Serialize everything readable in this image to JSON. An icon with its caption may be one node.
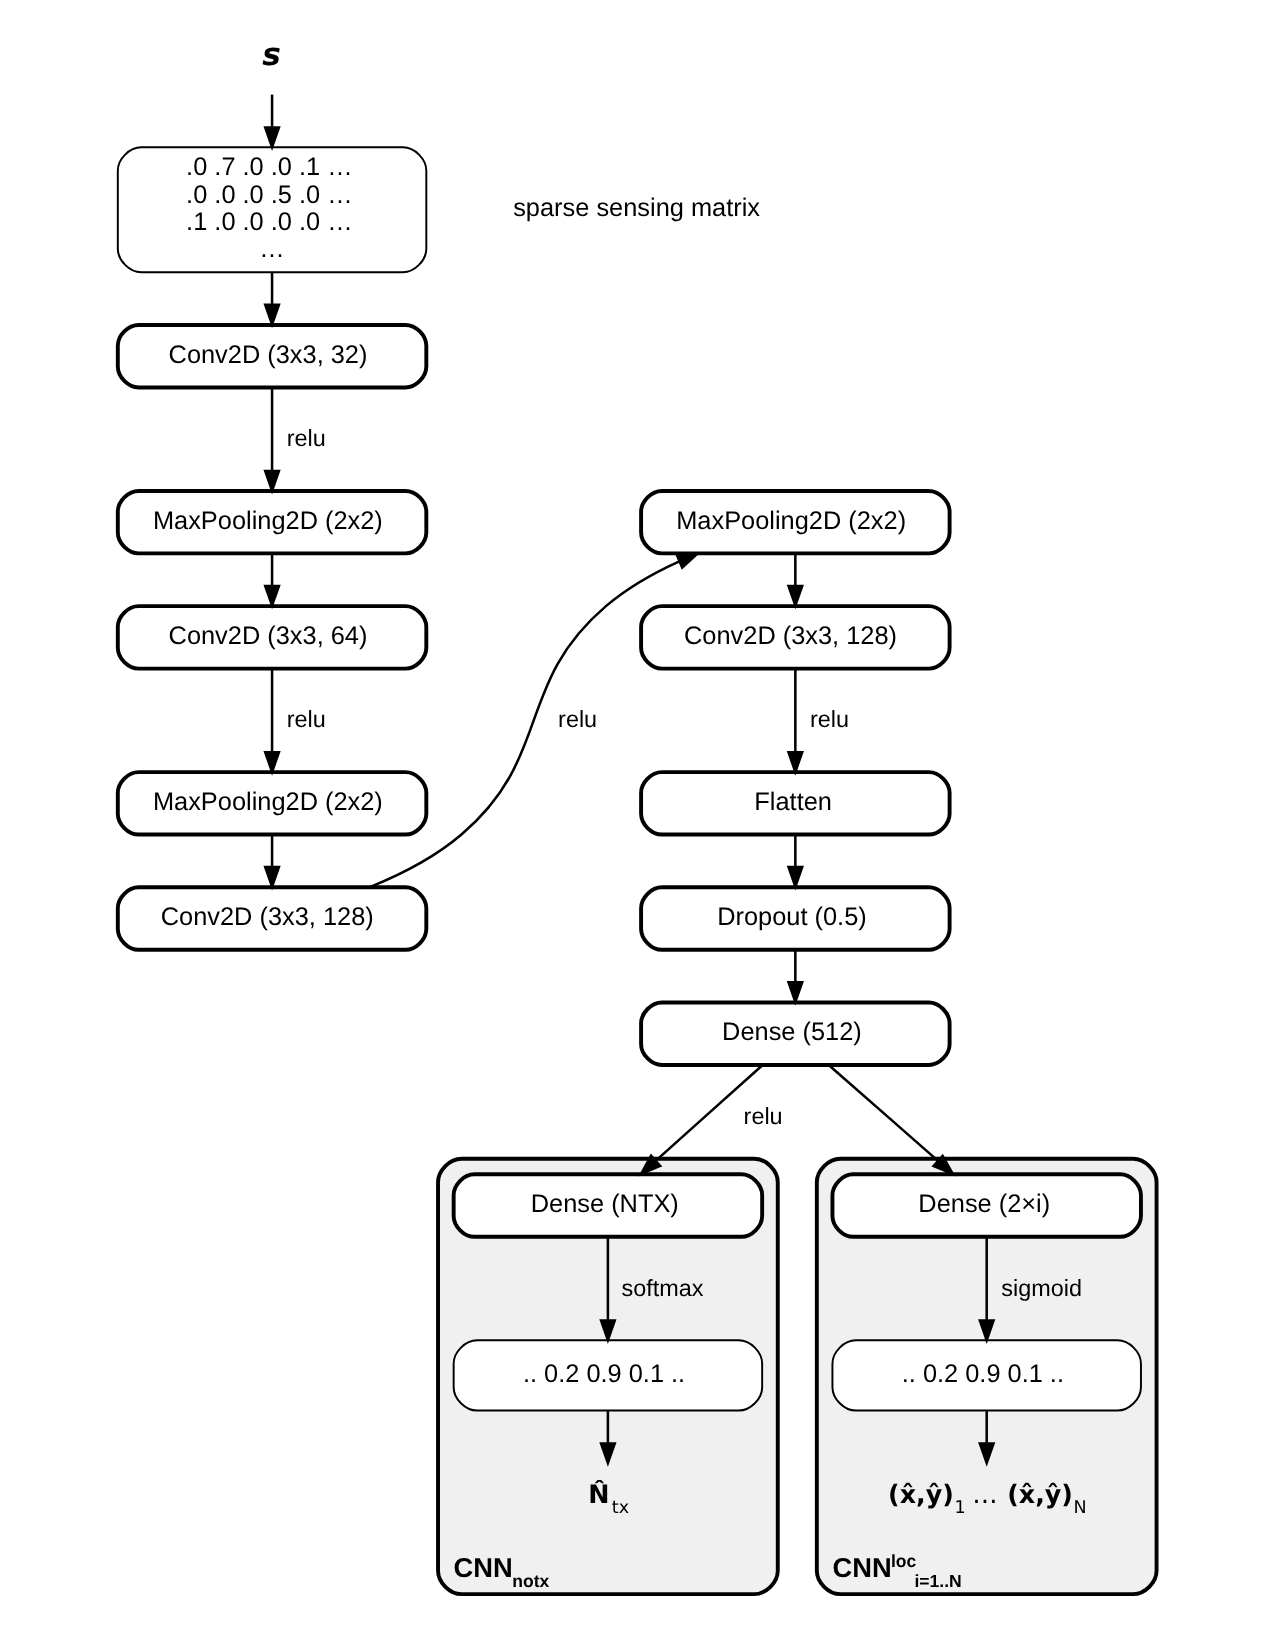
{
  "diagram": {
    "nodes": [
      {
        "text": [
          "s"
        ]
      },
      {
        "text": [
          ".0 .7 .0 .0 .1 … .0 .0 .0 .5 .0 … .1 .0 .0 .0 .0 … …"
        ],
        "beside": [
          "sparse sensing matrix"
        ]
      },
      {
        "text": [
          "Conv2D (3x3, 32)"
        ]
      },
      {
        "text": [
          "MaxPooling2D (2x2)"
        ]
      },
      {
        "text": [
          "Conv2D (3x3, 64)"
        ]
      },
      {
        "text": [
          "MaxPooling2D (2x2)"
        ]
      },
      {
        "text": [
          "Conv2D (3x3, 128)"
        ]
      },
      {
        "text": [
          "MaxPooling2D (2x2)"
        ]
      },
      {
        "text": [
          "Conv2D (3x3, 128)"
        ]
      },
      {
        "text": [
          "Flatten"
        ]
      },
      {
        "text": [
          "Dropout (0.5)"
        ]
      },
      {
        "text": [
          "Dense (512)"
        ]
      },
      {
        "text": [
          "CNN$_{notx}$"
        ]
      },
      {
        "text": [
          "Dense (NTX)"
        ],
        "in": 12
      },
      {
        "text": [
          ".. 0.2 0.9 0.1 .."
        ],
        "in": 12
      },
      {
        "text": [
          "**N̂**$_{tx}$"
        ],
        "in": 12
      },
      {
        "text": [
          "CNN$^{loc}$$_{i=1..N}$"
        ]
      },
      {
        "text": [
          "Dense (2×i)"
        ],
        "in": 16
      },
      {
        "text": [
          ".. 0.2 0.9 0.1 .."
        ],
        "in": 16
      },
      {
        "text": [
          "**(x̂,ŷ)**$_{1}$ … **(x̂,ŷ)**$_{N}$"
        ],
        "in": 16
      }
    ],
    "edges": [
      {
        "from": 0,
        "to": 1,
        "arrow": "to"
      },
      {
        "from": 1,
        "to": 2,
        "arrow": "to"
      },
      {
        "from": 2,
        "to": 3,
        "arrow": "to",
        "label": "relu"
      },
      {
        "from": 3,
        "to": 4,
        "arrow": "to"
      },
      {
        "from": 4,
        "to": 5,
        "arrow": "to",
        "label": "relu"
      },
      {
        "from": 5,
        "to": 6,
        "arrow": "to"
      },
      {
        "from": 6,
        "to": 7,
        "arrow": "to",
        "label": "relu"
      },
      {
        "from": 7,
        "to": 8,
        "arrow": "to"
      },
      {
        "from": 8,
        "to": 9,
        "arrow": "to",
        "label": "relu"
      },
      {
        "from": 9,
        "to": 10,
        "arrow": "to"
      },
      {
        "from": 10,
        "to": 11,
        "arrow": "to"
      },
      {
        "from": 11,
        "to": 13,
        "arrow": "to",
        "label": "relu"
      },
      {
        "from": 11,
        "to": 17,
        "arrow": "to"
      },
      {
        "from": 13,
        "to": 14,
        "arrow": "to",
        "label": "softmax"
      },
      {
        "from": 14,
        "to": 15,
        "arrow": "to"
      },
      {
        "from": 17,
        "to": 18,
        "arrow": "to",
        "label": "sigmoid"
      },
      {
        "from": 18,
        "to": 19,
        "arrow": "to"
      }
    ]
  }
}
